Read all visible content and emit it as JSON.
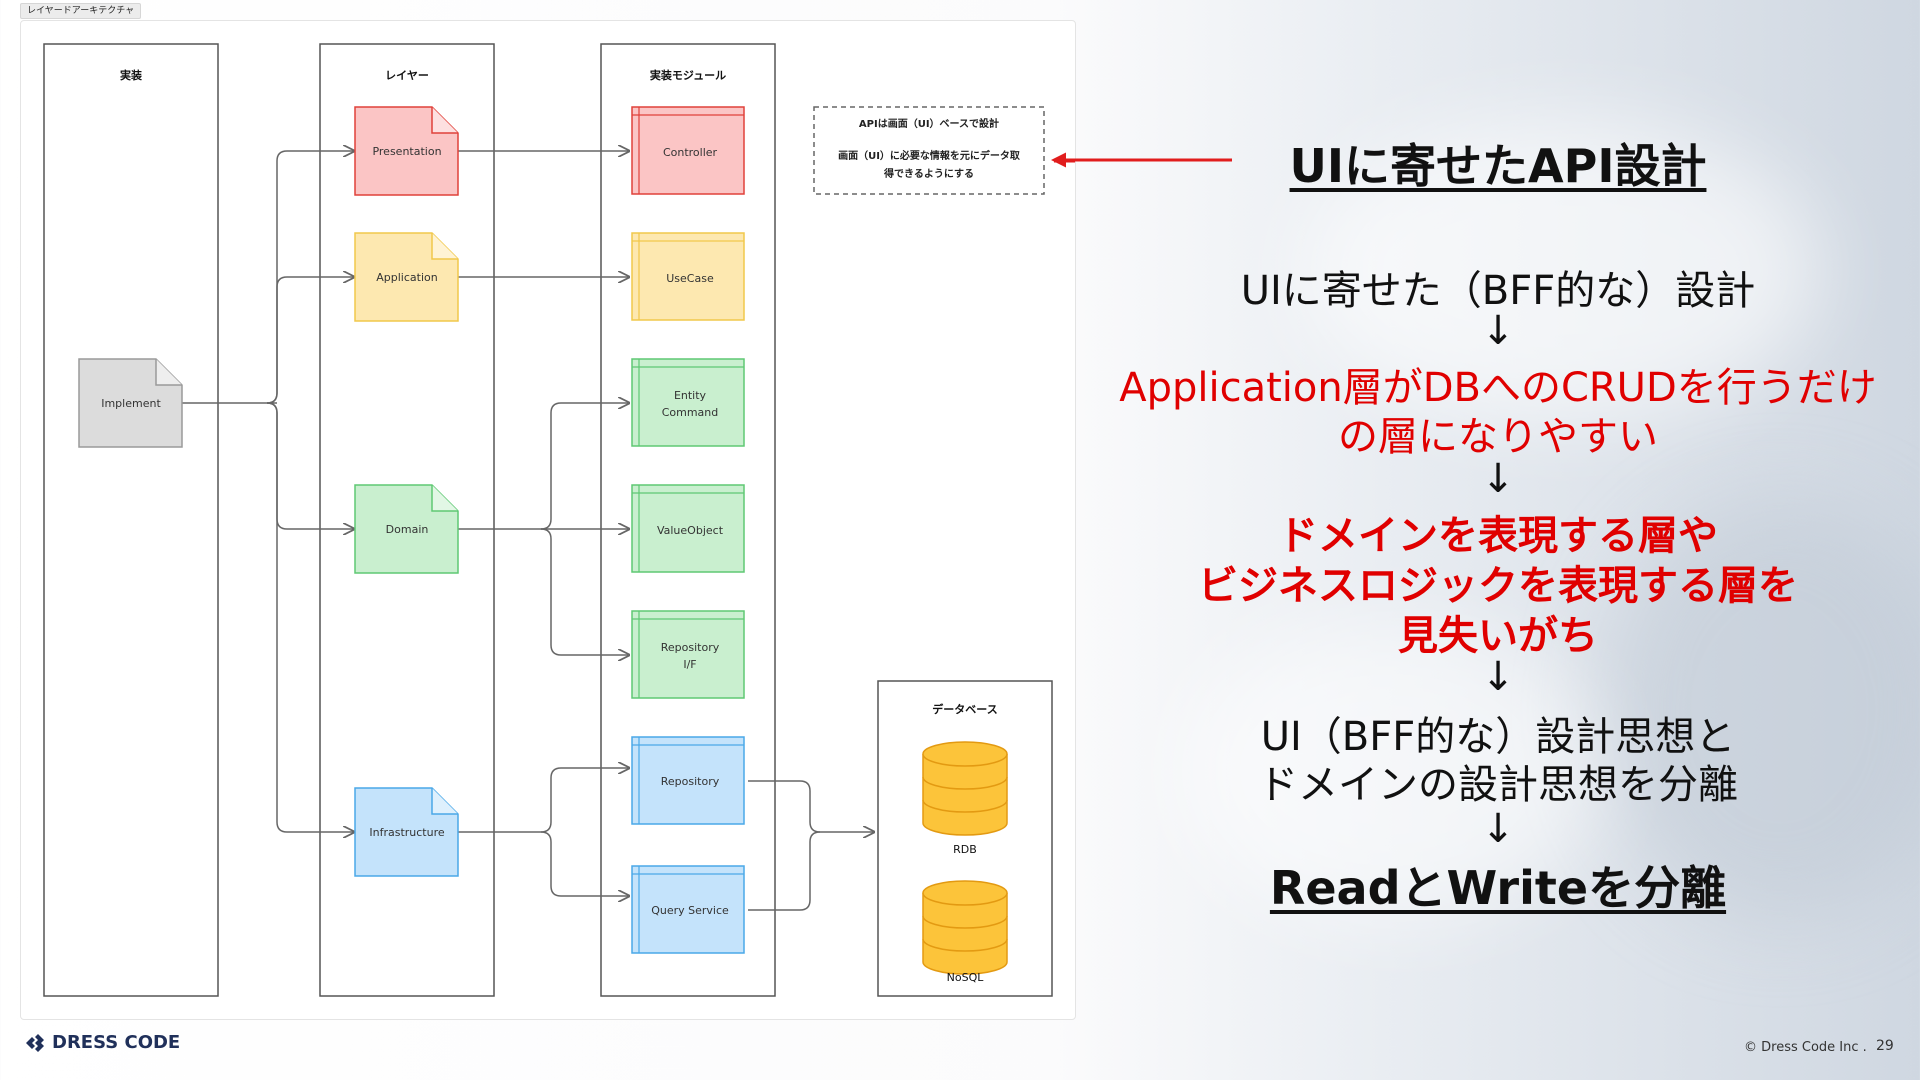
{
  "tab_label": "レイヤードアーキテクチャ",
  "diagram": {
    "columns": {
      "impl": "実装",
      "layer": "レイヤー",
      "module": "実装モジュール",
      "database": "データベース"
    },
    "implement": "Implement",
    "layers": {
      "presentation": "Presentation",
      "application": "Application",
      "domain": "Domain",
      "infrastructure": "Infrastructure"
    },
    "modules": {
      "controller": "Controller",
      "usecase": "UseCase",
      "entity_line1": "Entity",
      "entity_line2": "Command",
      "valueobject": "ValueObject",
      "repo_if_line1": "Repository",
      "repo_if_line2": "I/F",
      "repository": "Repository",
      "query_service": "Query Service"
    },
    "databases": {
      "rdb": "RDB",
      "nosql": "NoSQL"
    },
    "note": {
      "line1": "APIは画面（UI）ベースで設計",
      "line2": "画面（UI）に必要な情報を元にデータ取",
      "line3": "得できるようにする"
    },
    "colors": {
      "red_fill": "#fbc5c5",
      "red_stroke": "#e0413a",
      "yellow_fill": "#fde8b0",
      "yellow_stroke": "#f1c84b",
      "green_fill": "#c9efcf",
      "green_stroke": "#5fc873",
      "blue_fill": "#c4e3fb",
      "blue_stroke": "#4aa8e8",
      "gray_fill": "#dcdcdc",
      "gray_stroke": "#9a9a9a",
      "db_fill": "#fcc43a",
      "db_stroke": "#e39a12",
      "callout_arrow": "#e11d1d"
    }
  },
  "right": {
    "heading": "UIに寄せたAPI設計",
    "line1": "UIに寄せた（BFF的な）設計",
    "arrow": "↓",
    "red1": "Application層がDBへのCRUDを行うだけ",
    "red2": "の層になりやすい",
    "bold1": "ドメインを表現する層や",
    "bold2": "ビジネスロジックを表現する層を",
    "bold3": "見失いがち",
    "plain2": "UI（BFF的な）設計思想と",
    "plain3": "ドメインの設計思想を分離",
    "final": "ReadとWriteを分離"
  },
  "footer": {
    "logo": "DRESS CODE",
    "copyright": "© Dress Code Inc .",
    "page": "29"
  }
}
